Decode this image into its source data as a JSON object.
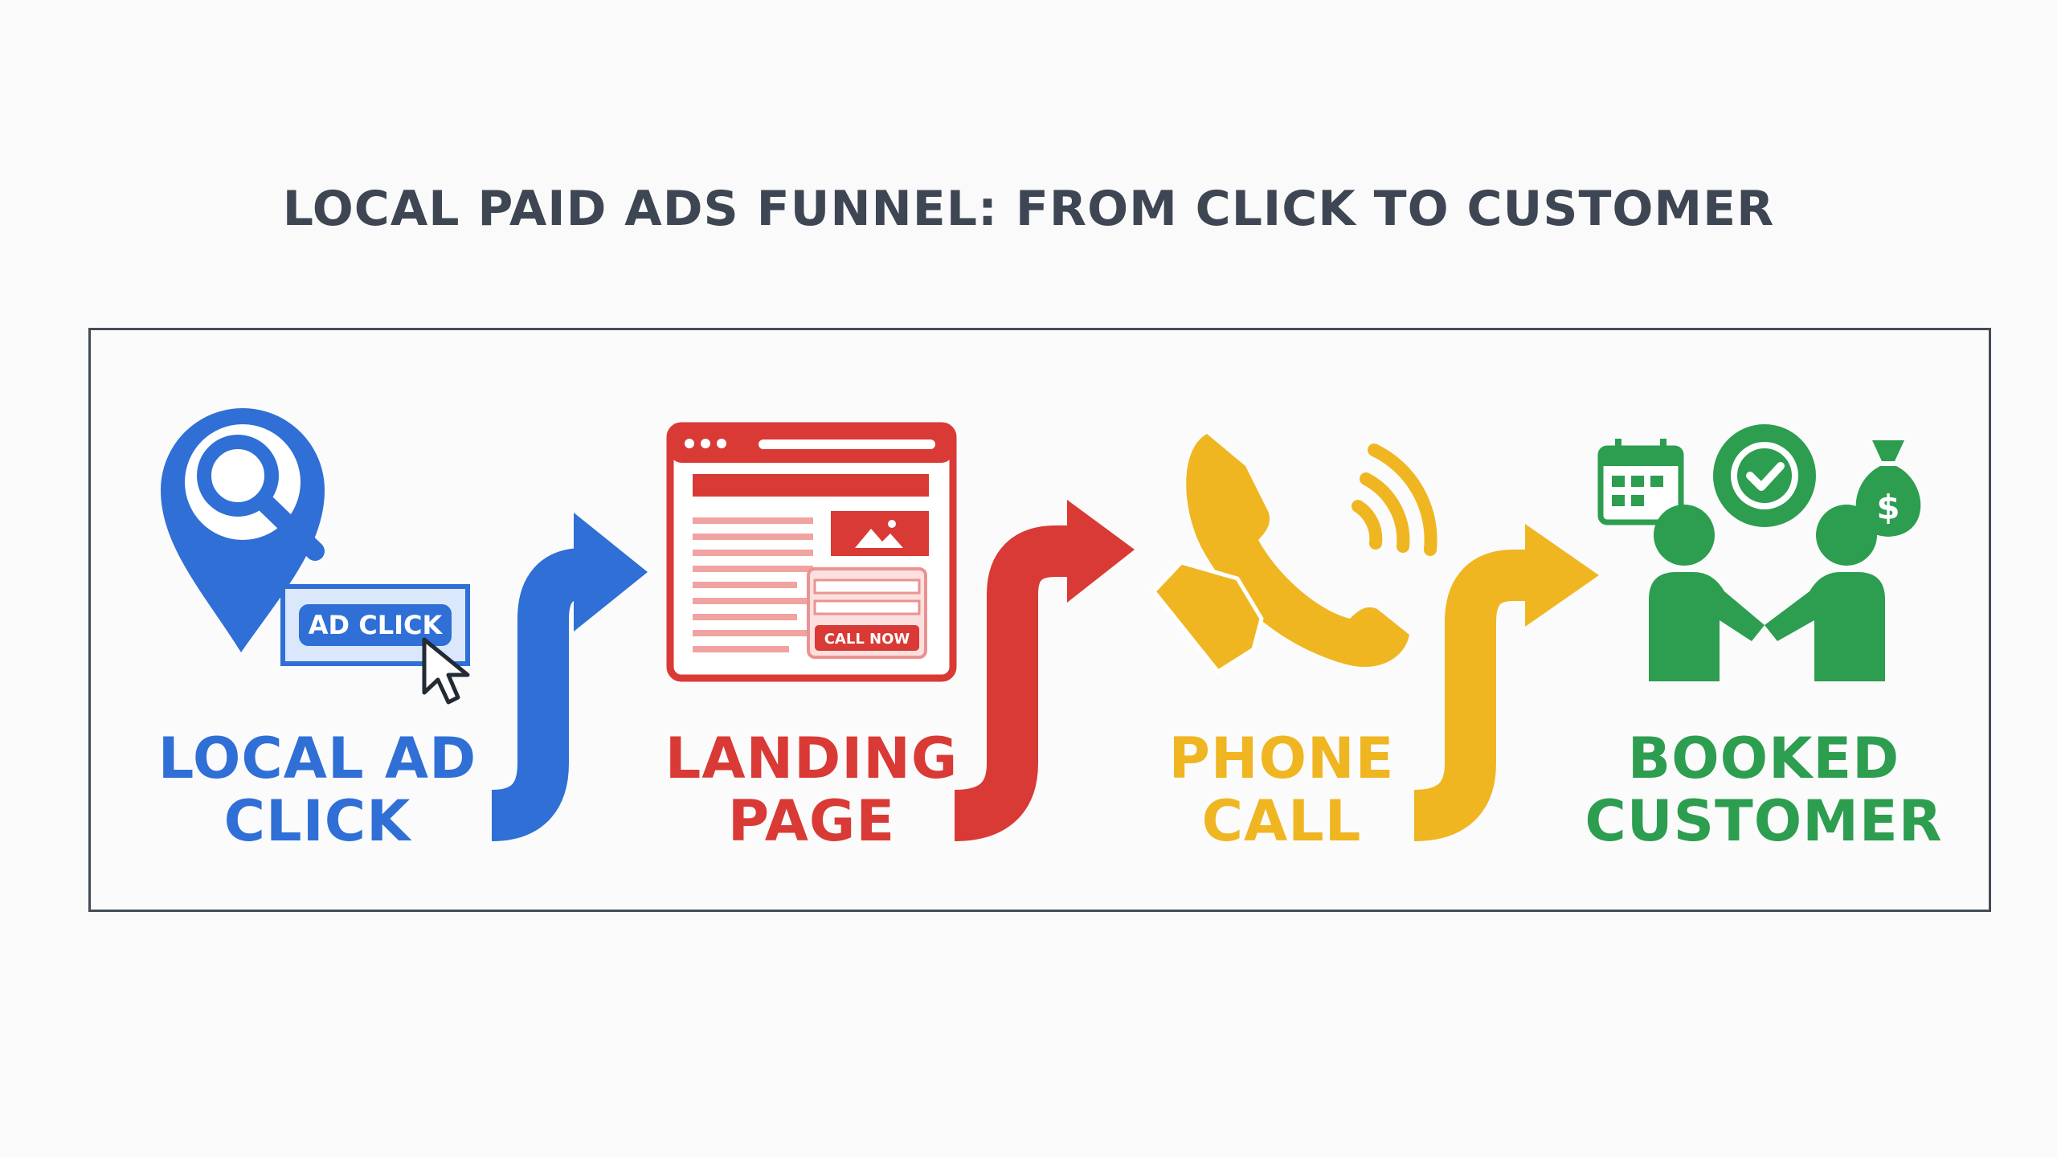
{
  "title": "LOCAL PAID ADS FUNNEL: FROM CLICK TO CUSTOMER",
  "colors": {
    "blue": "#2f6fd6",
    "red": "#d93a35",
    "yellow": "#efb622",
    "green": "#2d9d50",
    "title": "#3d4652",
    "frame": "#444c57"
  },
  "stages": [
    {
      "line1": "LOCAL AD",
      "line2": "CLICK",
      "icon": "map-pin-search-icon",
      "badge": "AD CLICK"
    },
    {
      "line1": "LANDING",
      "line2": "PAGE",
      "icon": "webpage-icon",
      "badge": "CALL NOW"
    },
    {
      "line1": "PHONE",
      "line2": "CALL",
      "icon": "phone-handset-icon"
    },
    {
      "line1": "BOOKED",
      "line2": "CUSTOMER",
      "icon": "handshake-icon"
    }
  ]
}
